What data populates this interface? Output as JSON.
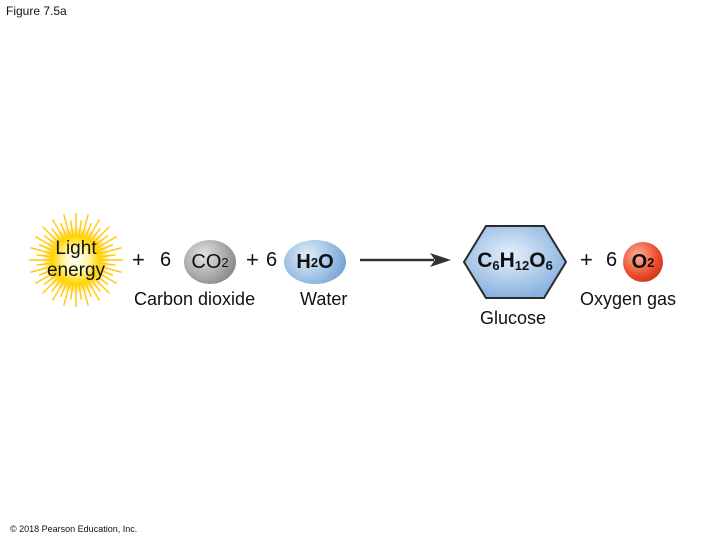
{
  "figure_label": "Figure 7.5a",
  "copyright": "© 2018 Pearson Education, Inc.",
  "light_energy": {
    "line1": "Light",
    "line2": "energy"
  },
  "reactants": [
    {
      "plus": "+",
      "coefficient": "6",
      "formula_main": "CO",
      "formula_sub": "2",
      "name": "Carbon dioxide",
      "color": "#9e9e9e"
    },
    {
      "plus": "+",
      "coefficient": "6",
      "formula_main": "H",
      "formula_sub": "2",
      "formula_end": "O",
      "name": "Water",
      "color": "#8fb6e0"
    }
  ],
  "product_glucose": {
    "formula": [
      {
        "t": "C"
      },
      {
        "s": "6"
      },
      {
        "t": "H"
      },
      {
        "s": "12"
      },
      {
        "t": "O"
      },
      {
        "s": "6"
      }
    ],
    "name": "Glucose",
    "color": "#8ab2e0"
  },
  "product_oxygen": {
    "plus": "+",
    "coefficient": "6",
    "formula_main": "O",
    "formula_sub": "2",
    "name": "Oxygen gas",
    "color": "#e5432a"
  }
}
